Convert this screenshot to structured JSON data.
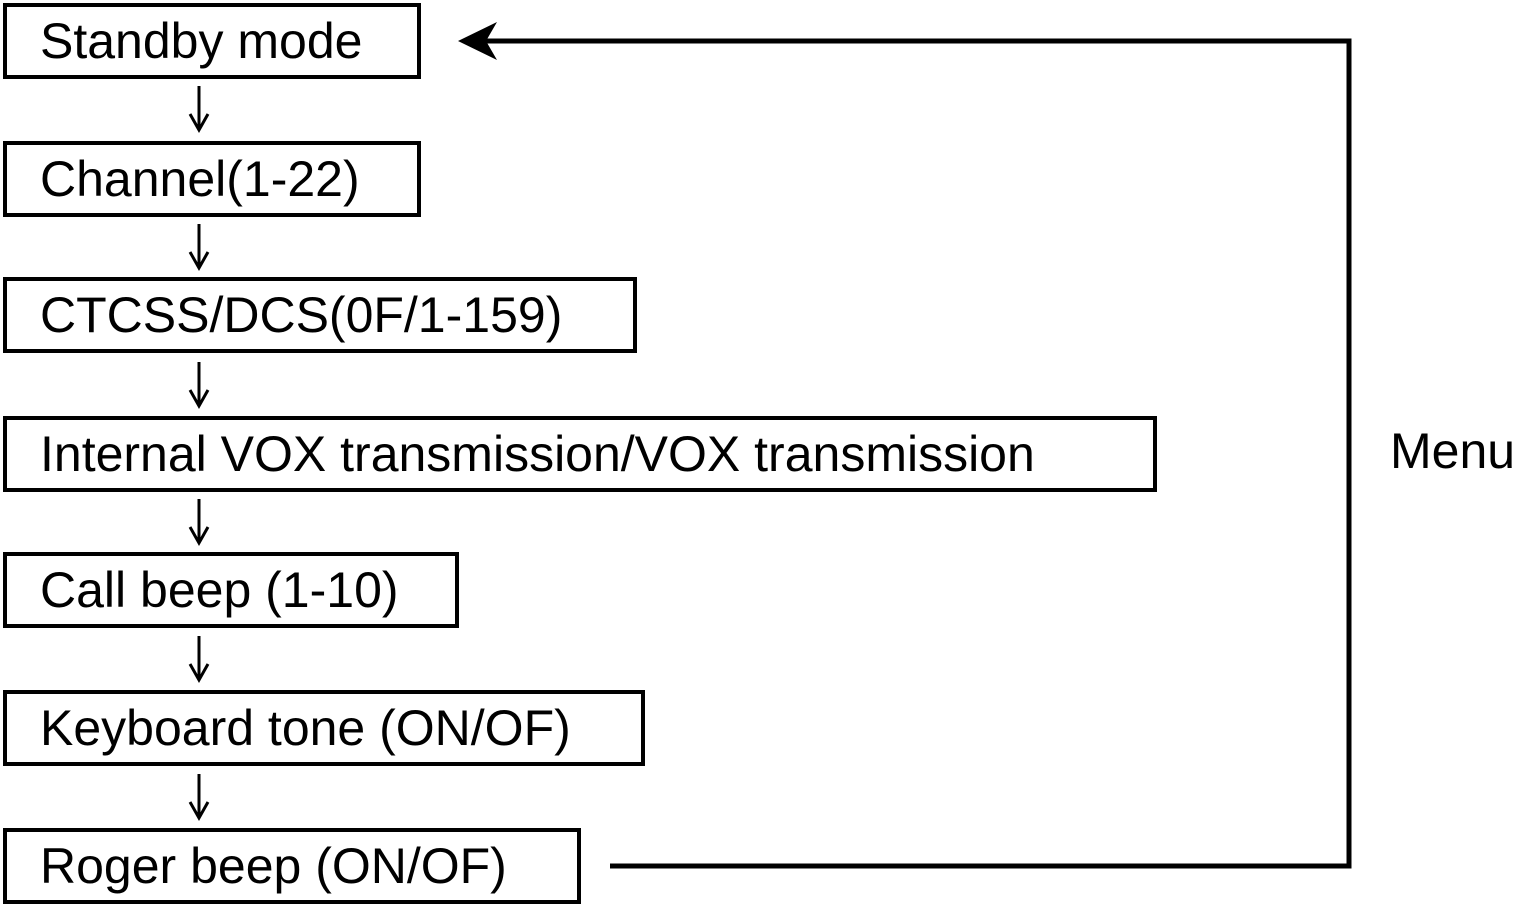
{
  "steps": [
    "Standby mode",
    "Channel(1-22)",
    "CTCSS/DCS(0F/1-159)",
    "Internal VOX transmission/VOX transmission",
    "Call beep (1-10)",
    "Keyboard tone (ON/OF)",
    "Roger beep (ON/OF)"
  ],
  "loop_label": "Menu"
}
